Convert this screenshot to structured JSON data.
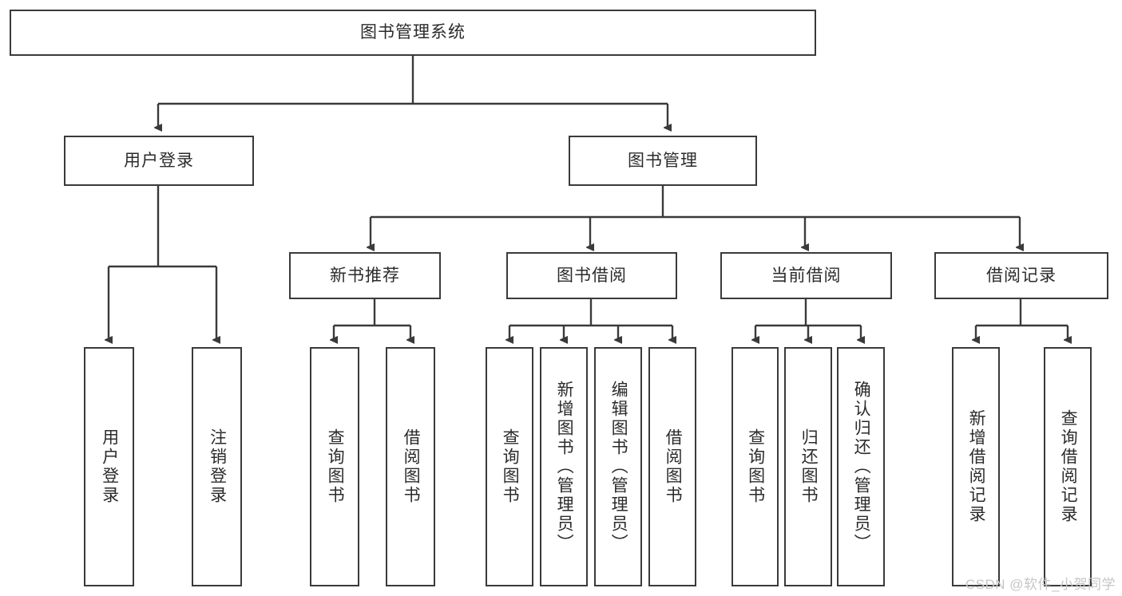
{
  "diagram": {
    "title": "图书管理系统",
    "watermark": "CSDN @软件_小贺同学",
    "line_color": "#3a3a3a",
    "text_color": "#2b2b2b",
    "background": "#ffffff",
    "watermark_color": "#c6c6c6",
    "root": {
      "label": "图书管理系统"
    },
    "level2": [
      {
        "label": "用户登录"
      },
      {
        "label": "图书管理"
      }
    ],
    "level3": [
      {
        "label": "新书推荐"
      },
      {
        "label": "图书借阅"
      },
      {
        "label": "当前借阅"
      },
      {
        "label": "借阅记录"
      }
    ],
    "leaves": {
      "user_login": [
        {
          "label": "用户登录"
        },
        {
          "label": "注销登录"
        }
      ],
      "new_book_recommend": [
        {
          "label": "查询图书"
        },
        {
          "label": "借阅图书"
        }
      ],
      "book_borrow": [
        {
          "label": "查询图书"
        },
        {
          "label": "新增图书（管理员）"
        },
        {
          "label": "编辑图书（管理员）"
        },
        {
          "label": "借阅图书"
        }
      ],
      "current_borrow": [
        {
          "label": "查询图书"
        },
        {
          "label": "归还图书"
        },
        {
          "label": "确认归还（管理员）"
        }
      ],
      "borrow_records": [
        {
          "label": "新增借阅记录"
        },
        {
          "label": "查询借阅记录"
        }
      ]
    }
  }
}
